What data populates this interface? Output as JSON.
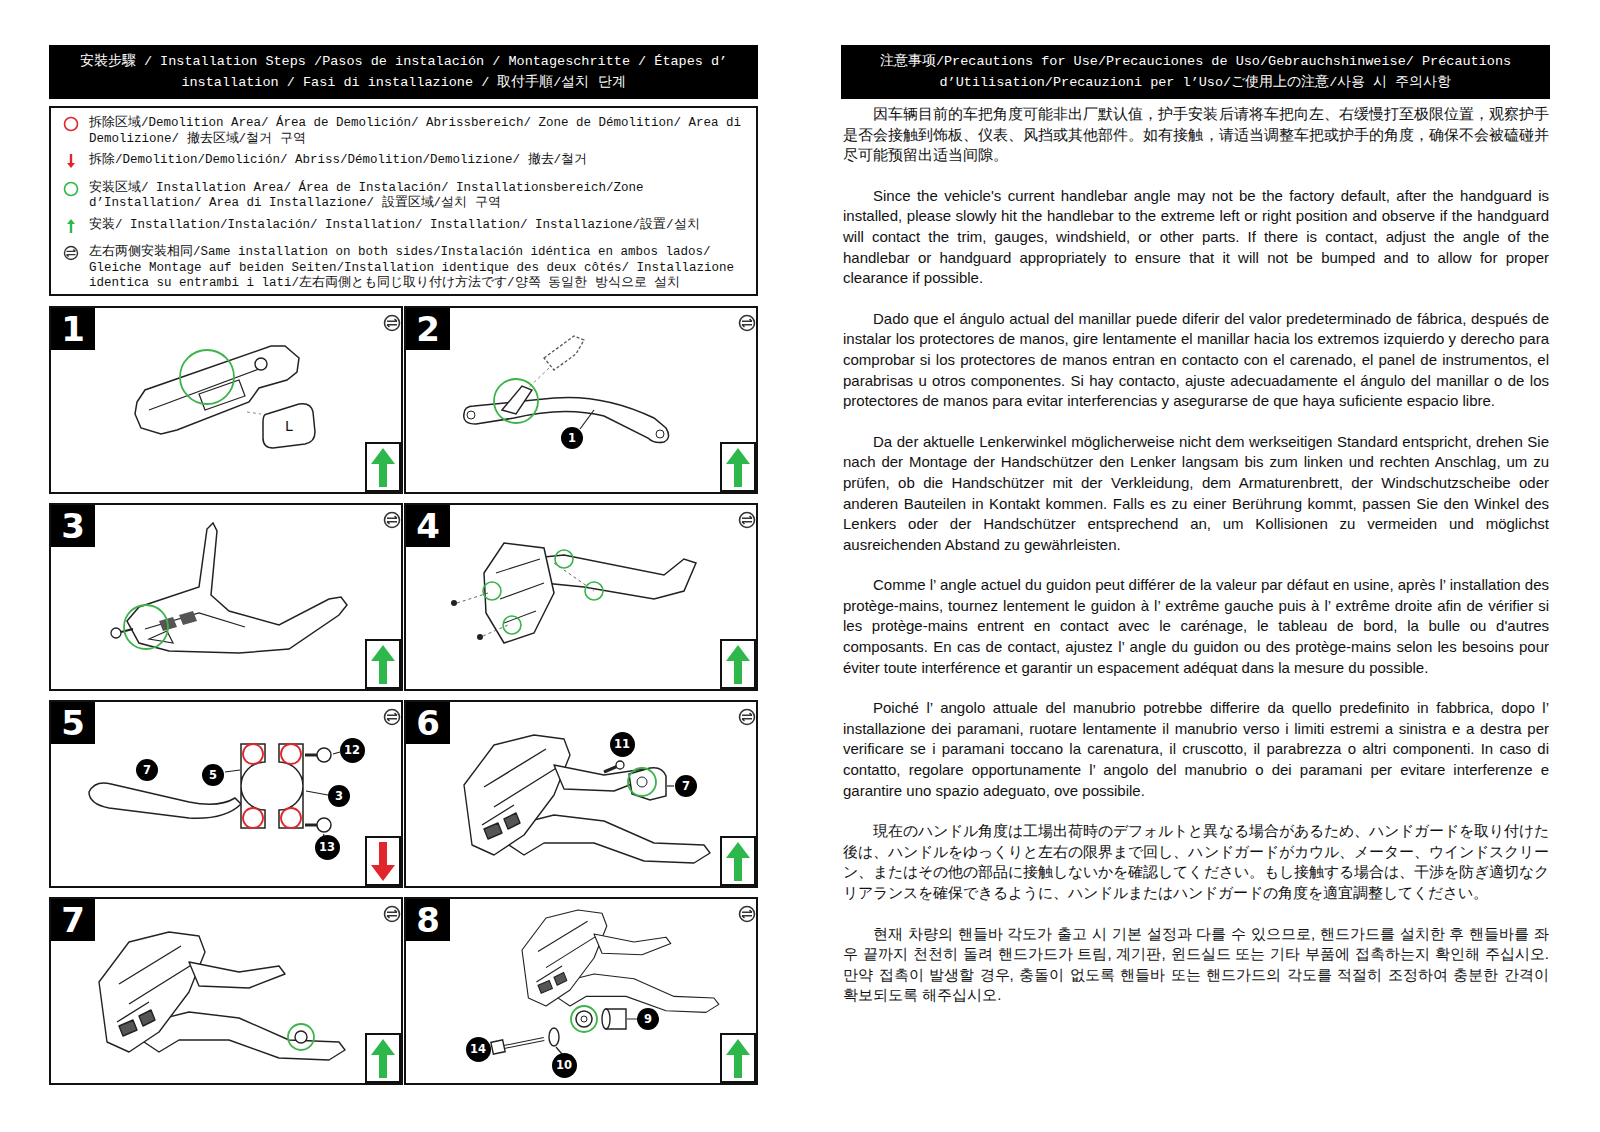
{
  "diagram": {
    "nodes": [
      {
        "text": [
          "安裝步驟 / Installation Steps /Pasos de instalación / Montageschritte / Étapes d’ installation / Fasi di installazione / 取付手順/설치 단계"
        ]
      },
      {
        "text": [
          "1"
        ]
      },
      {
        "text": [
          "2"
        ]
      },
      {
        "text": [
          "1"
        ],
        "in": 2
      },
      {
        "text": [
          "3"
        ]
      },
      {
        "text": [
          "4"
        ]
      },
      {
        "text": [
          "5"
        ]
      },
      {
        "text": [
          "7"
        ],
        "in": 6
      },
      {
        "text": [
          "5"
        ],
        "in": 6
      },
      {
        "text": [
          "12"
        ],
        "in": 6
      },
      {
        "text": [
          "3"
        ],
        "in": 6
      },
      {
        "text": [
          "13"
        ],
        "in": 6
      },
      {
        "text": [
          "6"
        ]
      },
      {
        "text": [
          "11"
        ],
        "in": 12
      },
      {
        "text": [
          "7"
        ],
        "in": 12
      },
      {
        "text": [
          "7"
        ]
      },
      {
        "text": [
          "8"
        ]
      },
      {
        "text": [
          "9"
        ],
        "in": 16
      },
      {
        "text": [
          "14"
        ],
        "in": 16
      },
      {
        "text": [
          "10"
        ],
        "in": 16
      },
      {
        "text": [
          "注意事项/Precautions for Use/Precauciones de Uso/Gebrauchshinweise/ Précautions d’Utilisation/Precauzioni per l’Uso/ご使用上の注意/사용 시 주의사항"
        ]
      }
    ],
    "labels": [
      "L",
      "因车辆目前的车把角度可能非出厂默认值，护手安装后请将车把向左、右缓慢打至极限位置，观察护手是否会接触到饰板、仪表、风挡或其他部件。如有接触，请适当调整车把或护手的角度，确保不会被磕碰并尽可能预留出适当间隙。",
      "Since the vehicle's current handlebar angle may not be the factory default, after the handguard is installed, please slowly hit the handlebar to the extreme left or right position and observe if the handguard will contact the trim, gauges, windshield, or other parts. If there is contact, adjust the angle of the handlebar or handguard appropriately to ensure that it will not be bumped and to allow for proper clearance if possible.",
      "Dado que el ángulo actual del manillar puede diferir del valor predeterminado de fábrica, después de instalar los protectores de manos, gire lentamente el manillar hacia los extremos izquierdo y derecho para comprobar si los protectores de manos entran en contacto con el carenado, el panel de instrumentos, el parabrisas u otros componentes. Si hay contacto, ajuste adecuadamente el ángulo del manillar o de los protectores de manos para evitar interferencias y asegurarse de que haya suficiente espacio libre.",
      "Da der aktuelle Lenkerwinkel möglicherweise nicht dem werkseitigen Standard entspricht, drehen Sie nach der Montage der Handschützer den Lenker langsam bis zum linken und rechten Anschlag, um zu prüfen, ob die Handschützer mit der Verkleidung, dem Armaturenbrett, der Windschutzscheibe oder anderen Bauteilen in Kontakt kommen. Falls es zu einer Berührung kommt, passen Sie den Winkel des Lenkers oder der Handschützer entsprechend an, um Kollisionen zu vermeiden und möglichst ausreichenden Abstand zu gewährleisten.",
      "Comme l’ angle actuel du guidon peut différer de la valeur par défaut en usine, après l’ installation des protège-mains, tournez lentement le guidon à l’ extrême gauche puis à l’ extrême droite afin de vérifier si les protège-mains entrent en contact avec le carénage, le tableau de bord, la bulle ou d'autres composants. En cas de contact, ajustez l’ angle du guidon ou des protège-mains selon les besoins pour éviter toute interférence et garantir un espacement adéquat dans la mesure du possible.",
      "Poiché l’ angolo attuale del manubrio potrebbe differire da quello predefinito in fabbrica, dopo l’ installazione dei paramani, ruotare lentamente il manubrio verso i limiti estremi a sinistra e a destra per verificare se i paramani toccano la carenatura, il cruscotto, il parabrezza o altri componenti. In caso di contatto, regolare opportunamente l’ angolo del manubrio o dei paramani per evitare interferenze e garantire uno spazio adeguato, ove possibile.",
      "現在のハンドル角度は工場出荷時のデフォルトと異なる場合があるため、ハンドガードを取り付けた後は、ハンドルをゆっくりと左右の限界まで回し、ハンドガードがカウル、メーター、ウインドスクリーン、またはその他の部品に接触しないかを確認してください。もし接触する場合は、干渉を防ぎ適切なクリアランスを確保できるように、ハンドルまたはハンドガードの角度を適宜調整してください。",
      "현재 차량의 핸들바 각도가 출고 시 기본 설정과 다를 수 있으므로, 핸드가드를 설치한 후 핸들바를 좌우 끝까지 천천히 돌려 핸드가드가 트림, 계기판, 윈드실드 또는 기타 부품에 접촉하는지 확인해 주십시오. 만약 접촉이 발생할 경우, 충돌이 없도록 핸들바 또는 핸드가드의 각도를 적절히 조정하여 충분한 간격이 확보되도록 해주십시오."
    ],
    "legend": [
      {
        "text": "拆除区域/Demolition Area/ Área de Demolición/  Abrissbereich/ Zone de Démolition/ Area di Demolizione/ 撤去区域/철거 구역"
      },
      {
        "text": "拆除/Demolition/Demolición/ Abriss/Démolition/Demolizione/ 撤去/철거"
      },
      {
        "text": "安装区域/ Installation Area/ Área de Instalación/ Installationsbereich/Zone d’Installation/ Area di Installazione/ 設置区域/설치 구역"
      },
      {
        "text": "安装/ Installation/Instalación/ Installation/ Installation/ Installazione/設置/설치"
      },
      {
        "text": "左右两侧安装相同/Same installation on both sides/Instalación idéntica en ambos lados/ Gleiche Montage auf beiden Seiten/Installation identique des deux côtés/ Installazione identica su entrambi i lati/左右両側とも同じ取り付け方法です/양쪽 동일한 방식으로 설치"
      }
    ]
  }
}
